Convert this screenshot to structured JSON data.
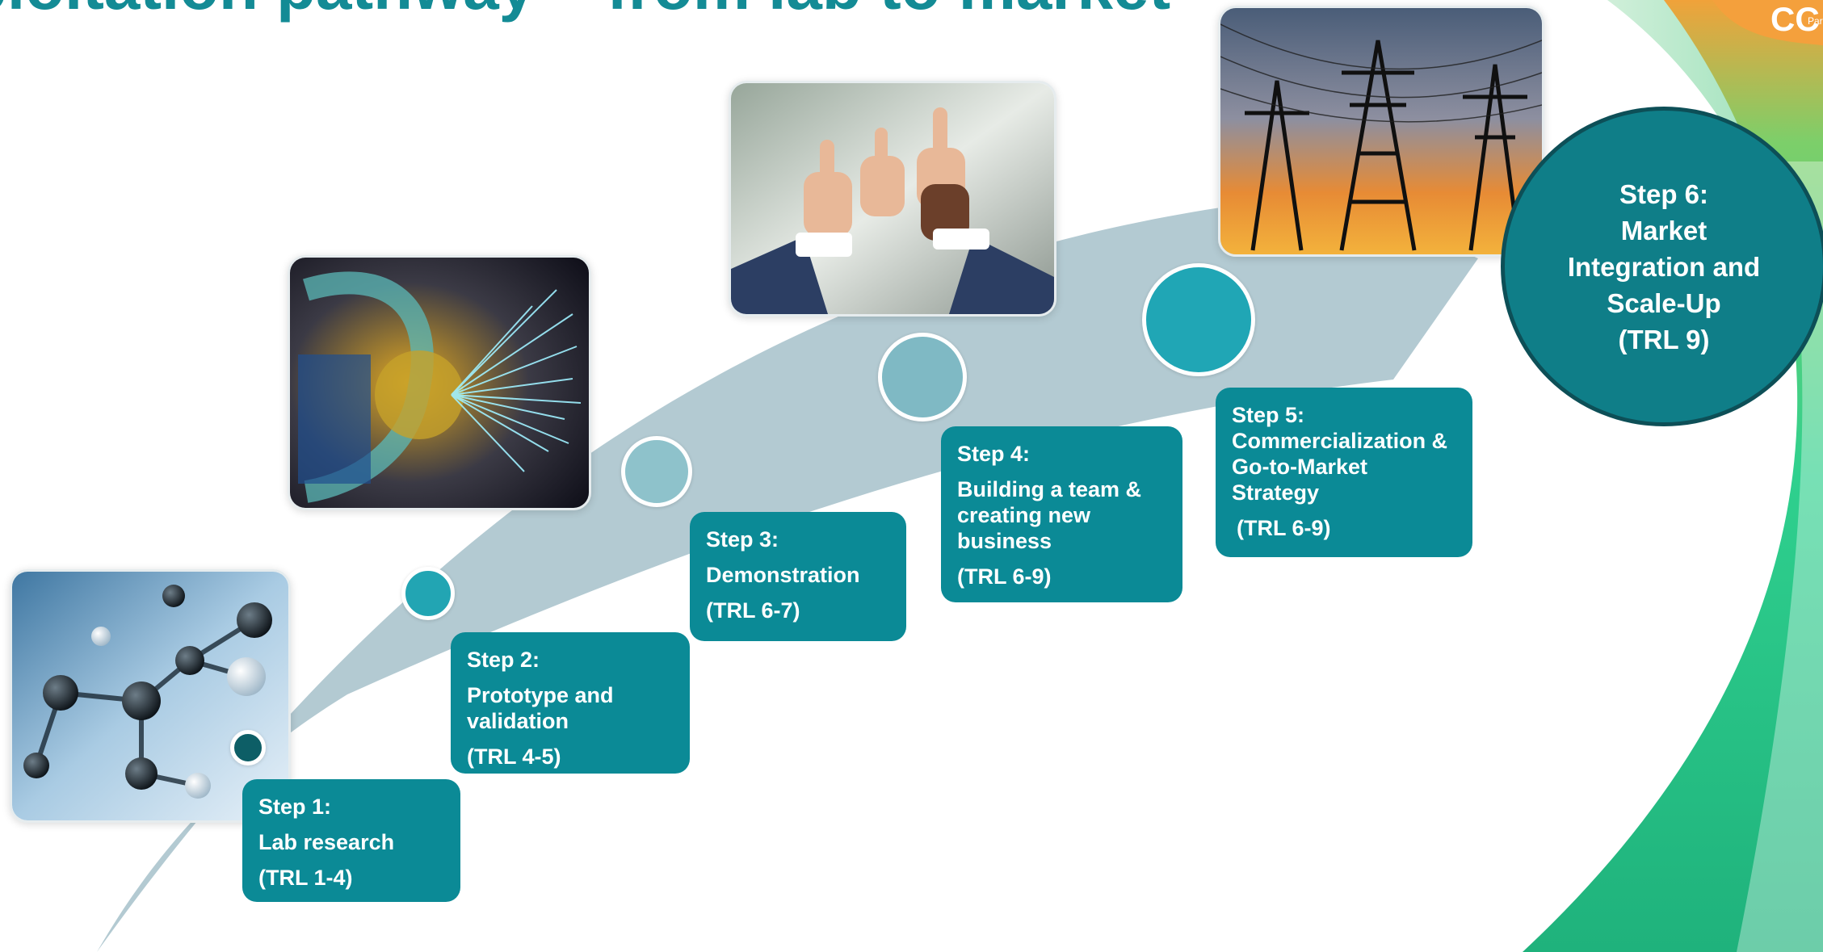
{
  "title": "ploitation pathway – from lab to market",
  "logo": {
    "fragment": "CC",
    "subtext": "Partn"
  },
  "steps": [
    {
      "heading": "Step 1:",
      "desc": "Lab research",
      "trl": "(TRL 1-4)"
    },
    {
      "heading": "Step 2:",
      "desc": "Prototype and validation",
      "trl": "(TRL 4-5)"
    },
    {
      "heading": "Step 3:",
      "desc": "Demonstration",
      "trl": "(TRL 6-7)"
    },
    {
      "heading": "Step 4:",
      "desc": "Building a team & creating new business",
      "trl": "(TRL 6-9)"
    },
    {
      "heading": "Step 5:",
      "desc": "Commercialization & Go-to-Market Strategy",
      "trl": "(TRL 6-9)"
    }
  ],
  "step6": {
    "heading": "Step 6:",
    "line1": "Market",
    "line2": "Integration and",
    "line3": "Scale-Up",
    "trl": "(TRL 9)"
  },
  "photos": {
    "p1": "molecule-photo",
    "p2": "particle-detector-photo",
    "p3": "thumbs-up-photo",
    "p4": "power-lines-photo"
  },
  "colors": {
    "title": "#138b95",
    "box": "#0b8a96",
    "arrow": "#b3cad2",
    "step6_fill": "#0f7e88",
    "step6_border": "#0d4f57",
    "accent_green": "#2dd08d"
  }
}
